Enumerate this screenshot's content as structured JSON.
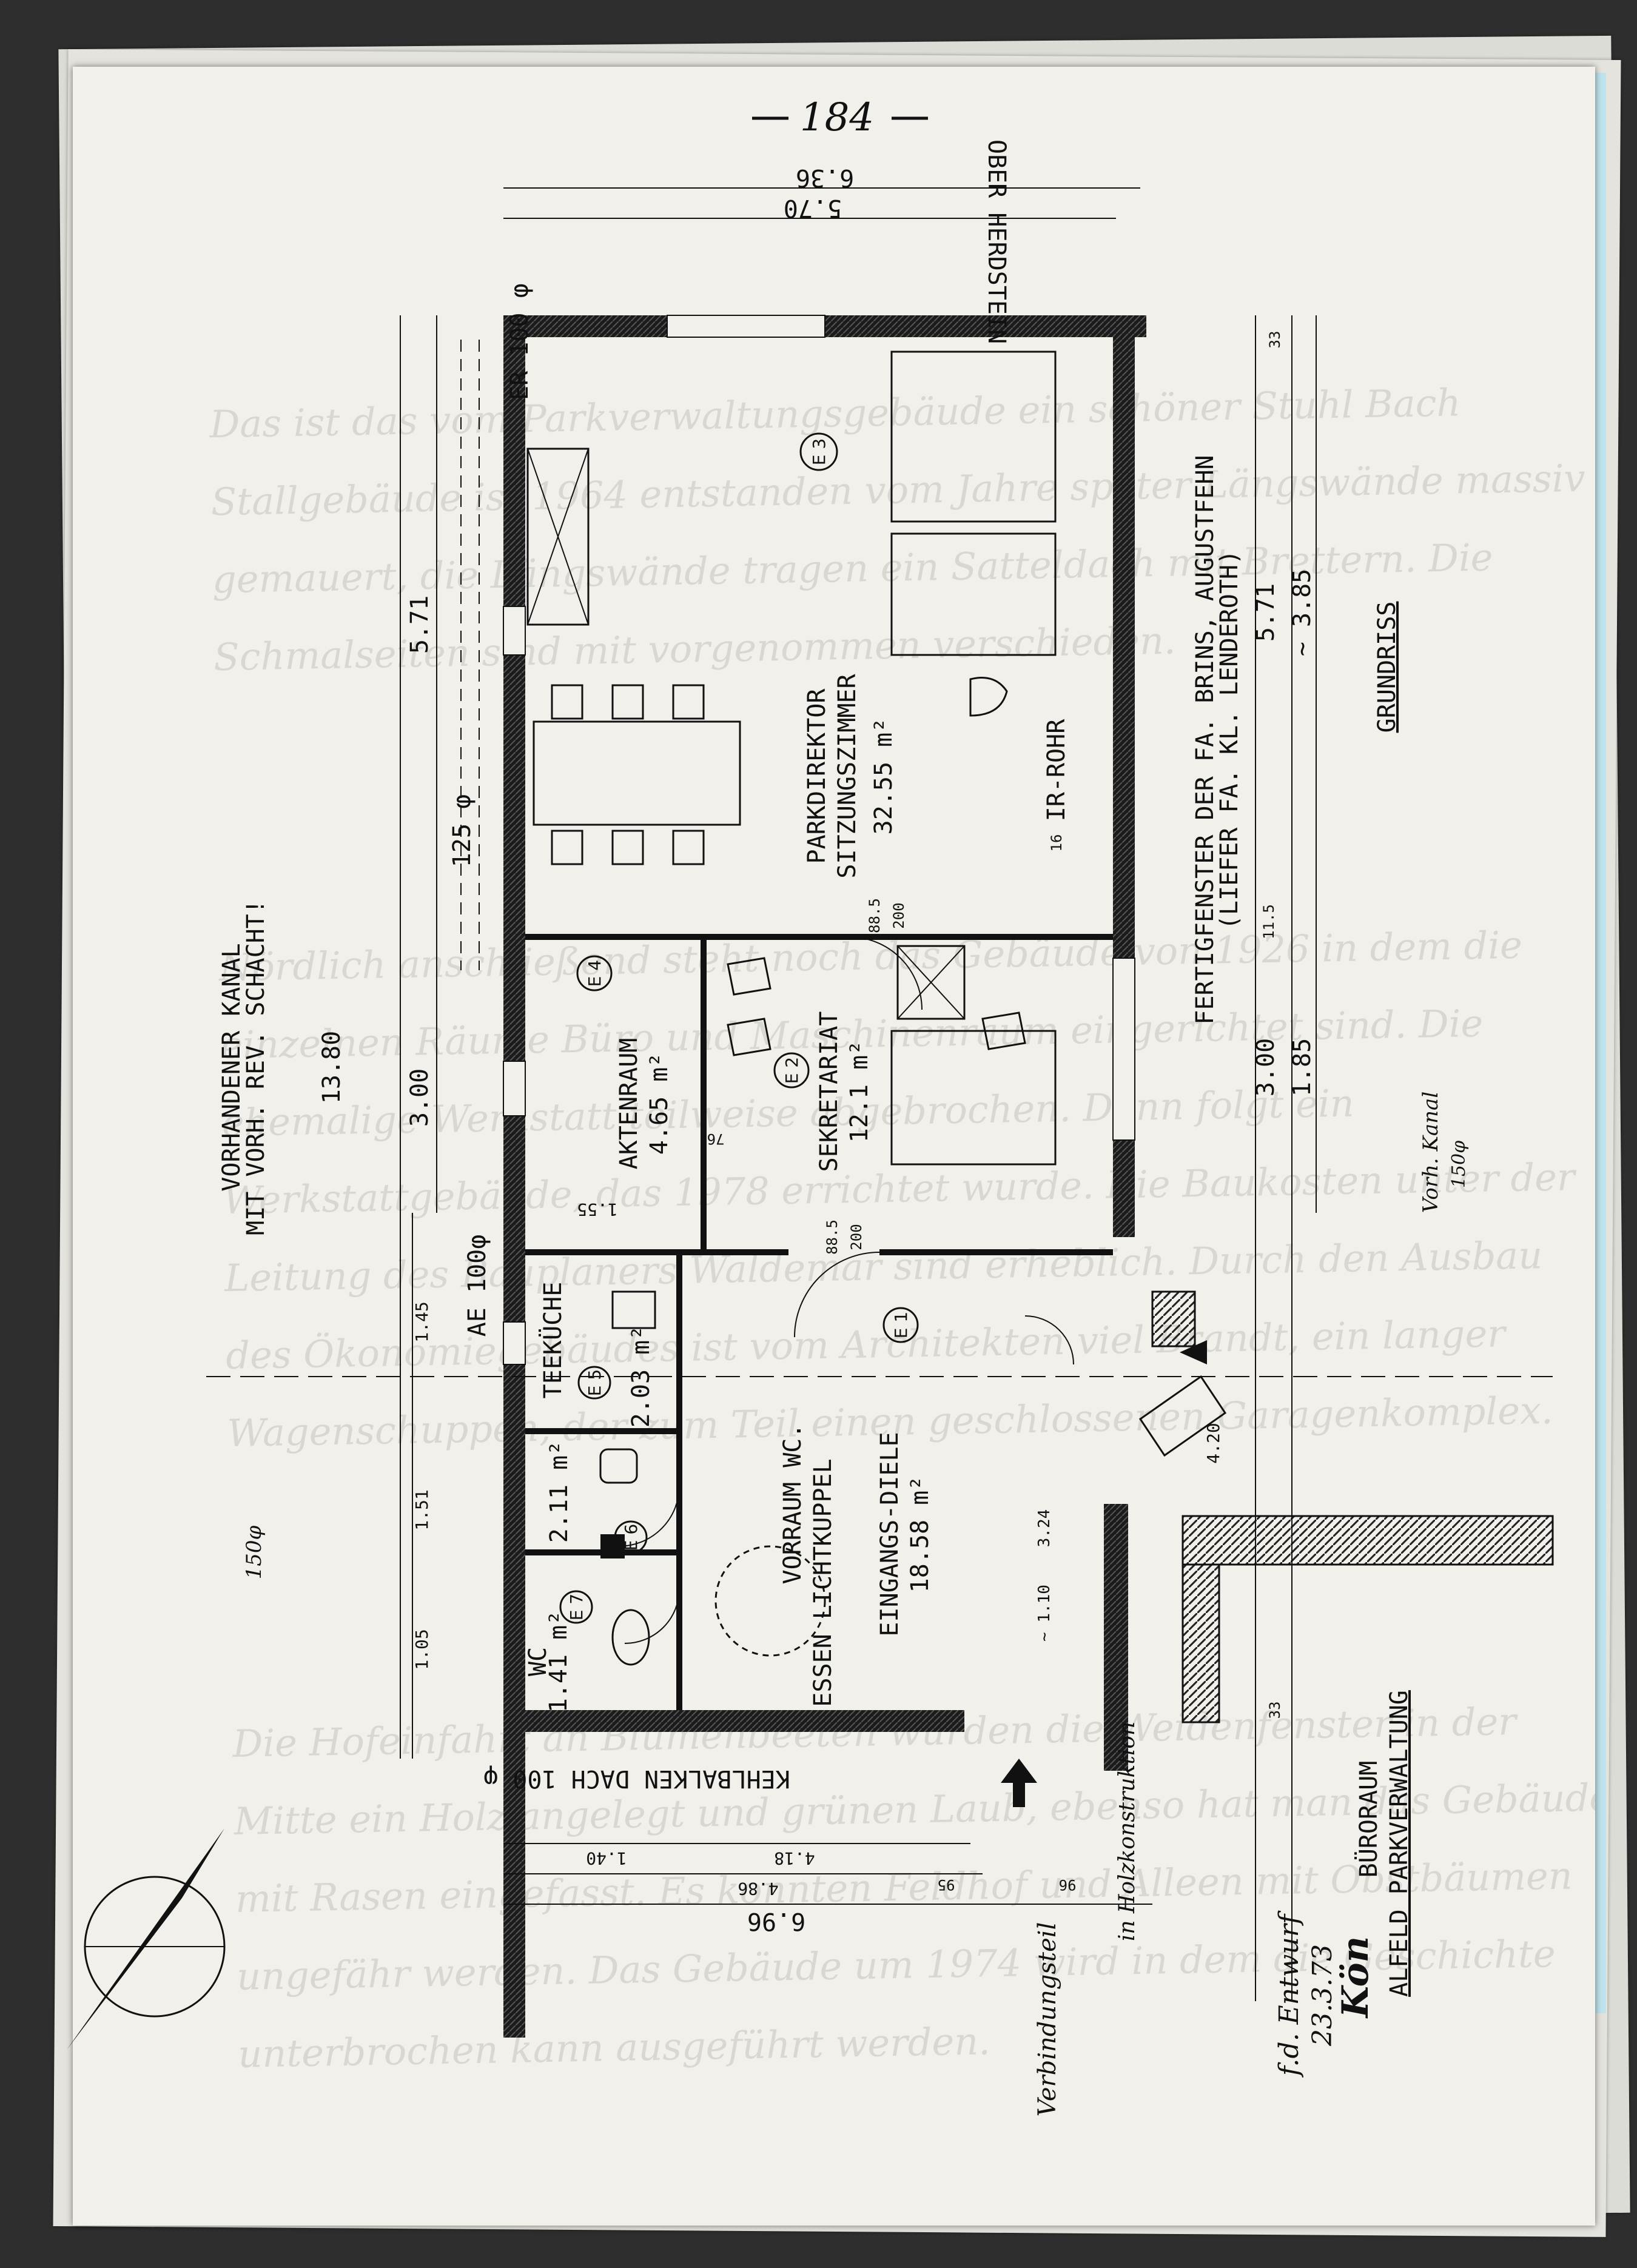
{
  "page_number": "184",
  "ghost_text": [
    "Das ist das vom Parkverwaltungsgebäude ein schöner Stuhl Bach Stallgebäude ist 1964 entstanden vom Jahre später Längswände massiv gemauert, die Längswände tragen ein Satteldach mit Brettern. Die Schmalseiten sind mit vorgenommen verschieden.",
    "Nördlich anschließend steht noch das Gebäude von 1926 in dem die einzelnen Räume Büro und Maschinenraum eingerichtet sind. Die ehemalige Werkstatt teilweise abgebrochen. Dann folgt ein Werkstattgebäude, das 1978 errichtet wurde. Die Baukosten unter der Leitung des Bauplaners Waldemar sind erheblich. Durch den Ausbau des Ökonomiegebäudes ist vom Architekten viel Brandt, ein langer Wagenschuppen, der zum Teil einen geschlossenen Garagenkomplex.",
    "Die Hofeinfahrt an Blumenbeeten wurden die Weidenfenster in der Mitte ein Holz angelegt und grünen Laub, ebenso hat man das Gebäude mit Rasen eingefasst. Es konnten Feldhof und Alleen mit Obstbäumen ungefähr werden. Das Gebäude um 1974 wird in dem die Geschichte unterbrochen kann ausgeführt werden."
  ],
  "rooms": [
    {
      "title": "PARKDIREKTOR",
      "subtitle": "SITZUNGSZIMMER",
      "area": "32.55 m²",
      "code": "E 3"
    },
    {
      "title": "AKTENRAUM",
      "area": "4.65 m²",
      "code": "E 4"
    },
    {
      "title": "SEKRETARIAT",
      "area": "12.1 m²",
      "code": "E 2"
    },
    {
      "title": "TEEKÜCHE",
      "area": "2.03 m²",
      "code": "E 5"
    },
    {
      "title": "VORRAUM WC.",
      "area": "2.11 m²",
      "code": "E 6"
    },
    {
      "title": "WC",
      "area": "1.41 m²",
      "code": "E 7"
    },
    {
      "title": "EINGANGS-DIELE",
      "area": "18.58 m²",
      "code": "E 1"
    }
  ],
  "labels": {
    "grundriss": "GRUNDRISS",
    "fertig1": "FERTIGFENSTER DER FA. BRINS, AUGUSTFEHN",
    "fertig2": "(LIEFER FA. KL. LENDEROTH)",
    "buero": "BÜRORAUM",
    "verwaltung": "ALFELD PARKVERWALTUNG",
    "kanal1": "VORHANDENER KANAL",
    "kanal2": "MIT VORH. REV. SCHACHT!",
    "kehl": "KEHLBALKEN DACH 100 φ",
    "oberstein": "OBER HERDSTEIN",
    "ir_rohr": "IR-ROHR",
    "lichtkuppel": "ESSEN LICHTKUPPEL",
    "verbindung": "Verbindungsteil",
    "holz": "in Holzkonstruktion",
    "vorh_kanal": "Vorh. Kanal",
    "kanal_dim": "150φ",
    "signature": "f.d. Entwurf",
    "date": "23.3.73",
    "initials": "Kön",
    "wall_r": "150φ",
    "er": "ER 100 φ",
    "pipe": "125 φ",
    "ae": "AE 100φ"
  },
  "dims": {
    "top_636": "6.36",
    "top_570": "5.70",
    "right_571": "5.71",
    "right_385": "~ 3.85",
    "right_300": "3.00",
    "right_185": "1.85",
    "right_420": "4.20",
    "right_324": "3.24",
    "right_110": "~ 1.10",
    "left_1380": "13.80",
    "left_571": "5.71",
    "left_300": "3.00",
    "left_145": "1.45",
    "left_151": "1.51",
    "left_105": "1.05",
    "bot_696": "6.96",
    "bot_486": "4.86",
    "bot_418": "4.18",
    "bot_140": "1.40",
    "door_885": "88.5",
    "door_200": "200",
    "d_76a": "76",
    "d_755": "1.55",
    "d_33a": "33",
    "d_115": "11.5",
    "d_16": "16",
    "d_33b": "33",
    "d_95": "95",
    "d_96": "96"
  }
}
